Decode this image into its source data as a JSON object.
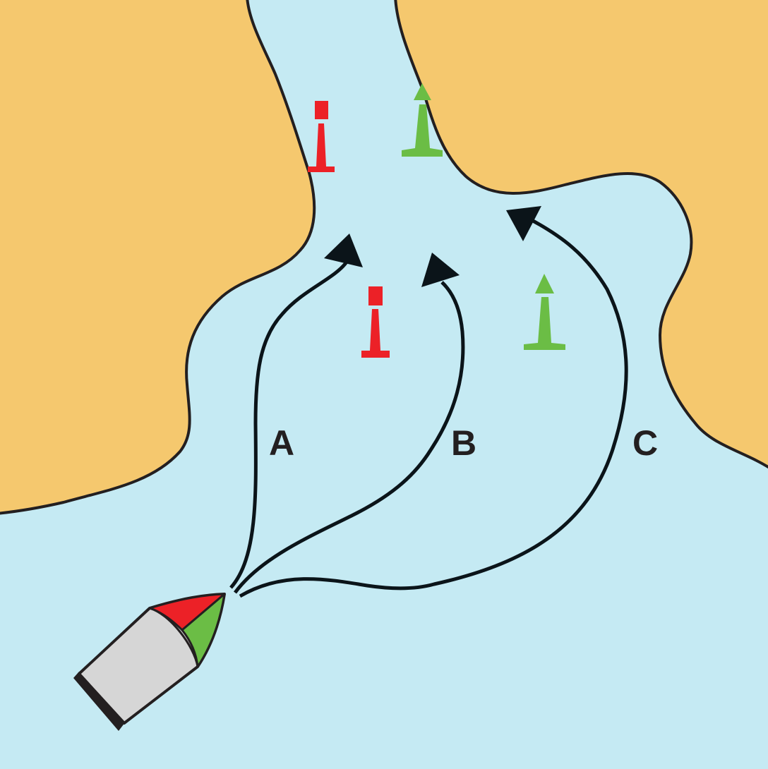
{
  "colors": {
    "water": "#c5eaf3",
    "land": "#f5c86e",
    "shore_line": "#231f20",
    "port_marker_red": "#ec2127",
    "starboard_marker_green": "#6bbd45",
    "route_arrow": "#0b1419",
    "boat_hull": "#d6d6d6",
    "boat_outline": "#231f20"
  },
  "routes": [
    {
      "label": "A",
      "name": "route-a"
    },
    {
      "label": "B",
      "name": "route-b"
    },
    {
      "label": "C",
      "name": "route-c"
    }
  ],
  "markers": {
    "port": {
      "color": "red",
      "shape": "can",
      "count": 2
    },
    "starboard": {
      "color": "green",
      "shape": "cone",
      "count": 2
    }
  },
  "boat": {
    "icon": "boat-icon",
    "bow_colors": [
      "red",
      "green"
    ]
  }
}
